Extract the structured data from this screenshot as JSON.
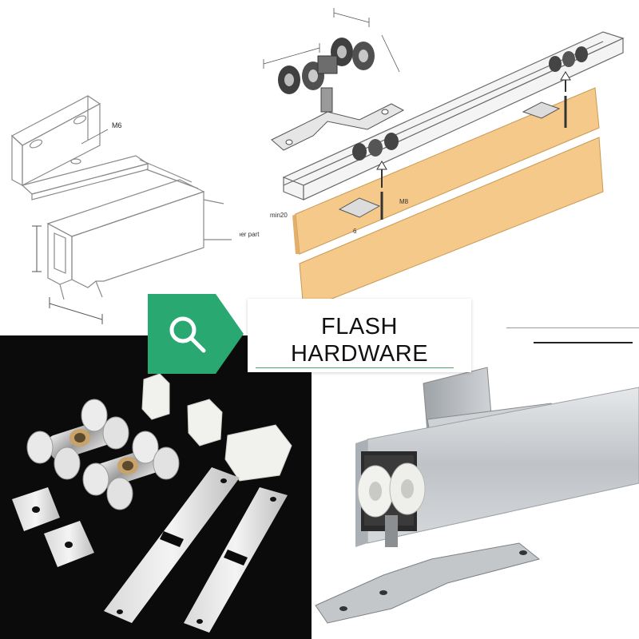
{
  "diagram": {
    "label_m6": "M6",
    "label_m8": "M8",
    "label_min20": "min20",
    "label_upper_part": "upper part",
    "label_6": "6"
  },
  "banner": {
    "icon": "search-icon",
    "accent": "#2aa872",
    "line1": "FLASH",
    "line2": "HARDWARE"
  }
}
